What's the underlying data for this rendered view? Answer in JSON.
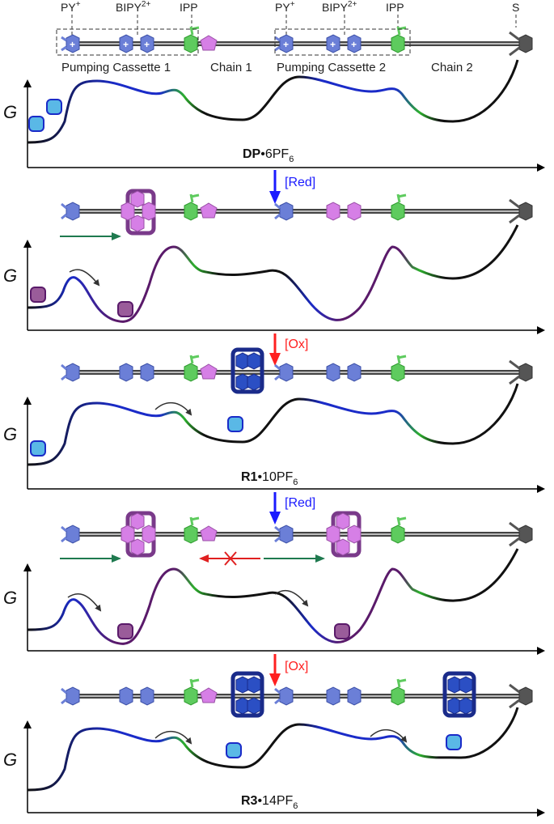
{
  "labels": {
    "py": "PY",
    "py_sup": "+",
    "bipy": "BIPY",
    "bipy_sup": "2+",
    "ipp1": "IPP",
    "ipp2": "IPP",
    "py_2": "PY",
    "bipy_2": "BIPY",
    "s": "S",
    "cassette1": "Pumping Cassette 1",
    "chain1": "Chain 1",
    "cassette2": "Pumping Cassette 2",
    "chain2": "Chain 2",
    "g_axis": "G"
  },
  "steps": {
    "red1": "[Red]",
    "ox1": "[Ox]",
    "red2": "[Red]",
    "ox2": "[Ox]"
  },
  "compounds": {
    "c1_bold": "DP",
    "c1_rest": "•6PF",
    "c1_sub": "6",
    "c2_bold": "R1",
    "c2_rest": "•10PF",
    "c2_sub": "6",
    "c3_bold": "R3",
    "c3_rest": "•14PF",
    "c3_sub": "6"
  },
  "colors": {
    "pyridinium": "#6b7fd7",
    "bipyridinium": "#6b7fd7",
    "ipp": "#5ecb5e",
    "stopper": "#555555",
    "ring_oxidized": "#2b4fc4",
    "ring_reduced": "#b36bd6",
    "reduction": "#1a1aff",
    "oxidation": "#ff2020",
    "motion_arrow": "#1f7a4f",
    "blocked_arrow": "#e02020"
  }
}
